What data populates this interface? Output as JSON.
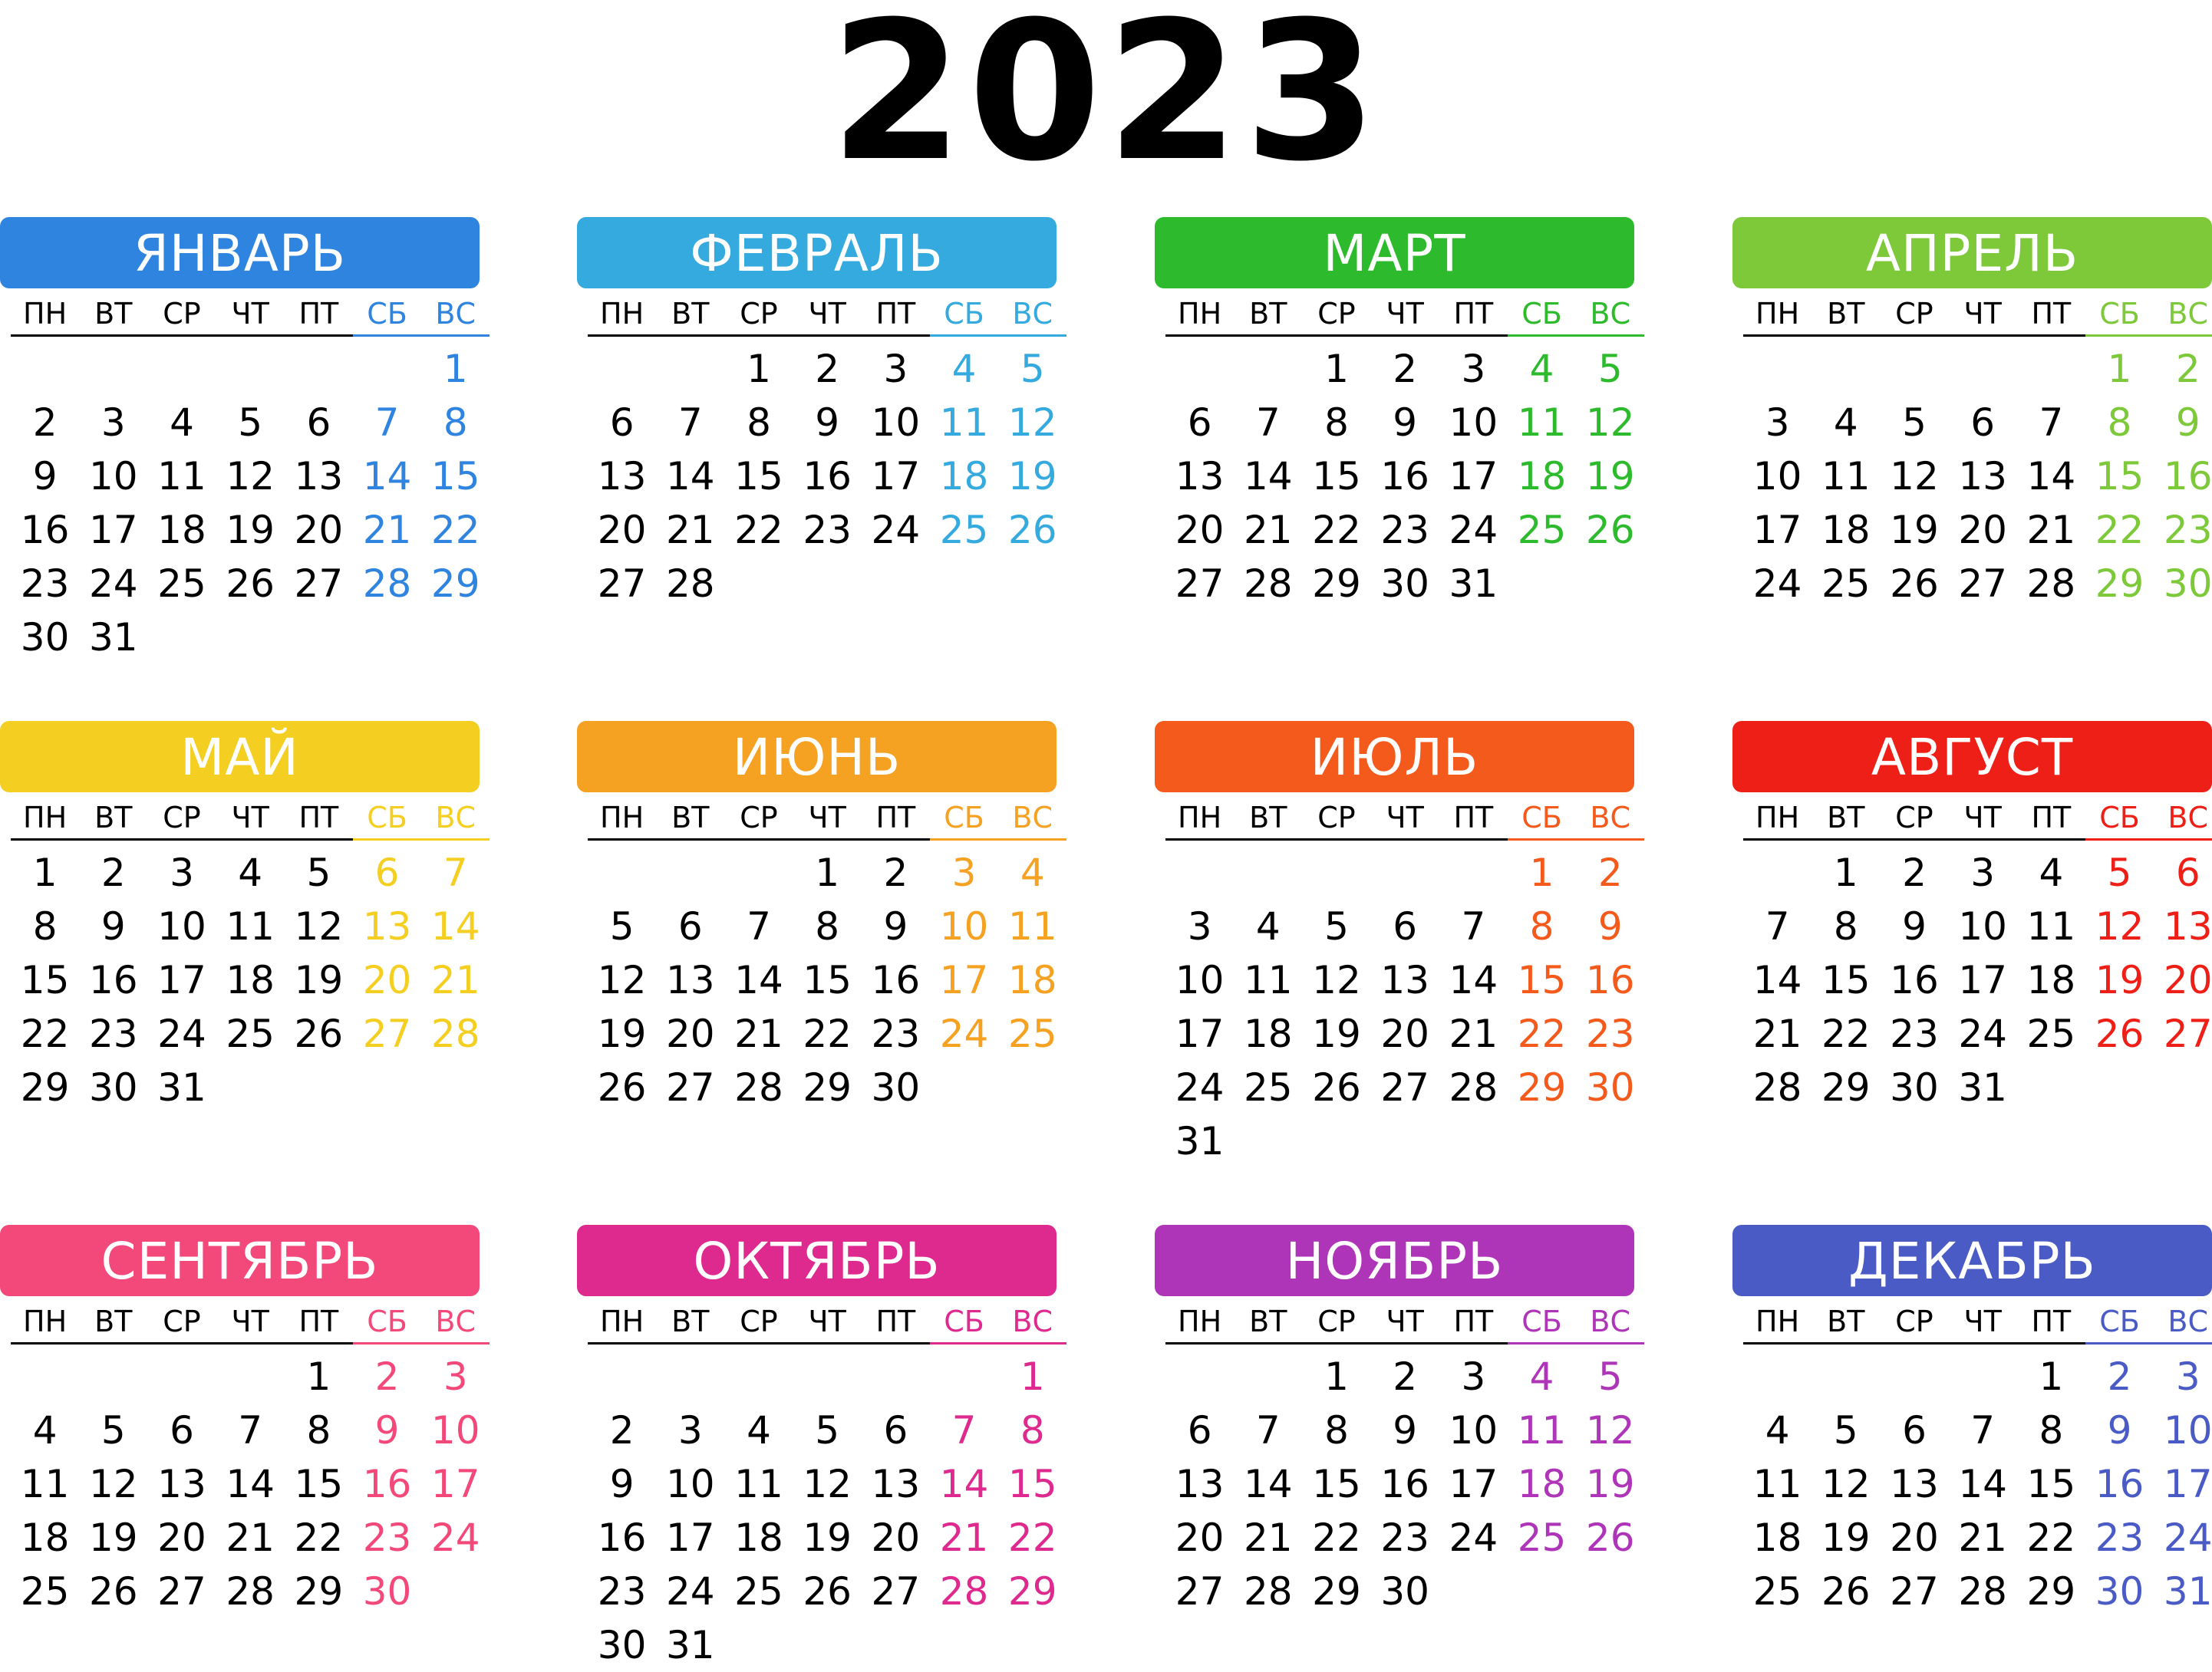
{
  "year": "2023",
  "weekday_labels": [
    "ПН",
    "ВТ",
    "СР",
    "ЧТ",
    "ПТ",
    "СБ",
    "ВС"
  ],
  "months": [
    {
      "name": "ЯНВАРЬ",
      "color": "#2F84E0",
      "start": 6,
      "days": 31
    },
    {
      "name": "ФЕВРАЛЬ",
      "color": "#35AADE",
      "start": 2,
      "days": 28
    },
    {
      "name": "МАРТ",
      "color": "#2DBB2D",
      "start": 2,
      "days": 31
    },
    {
      "name": "АПРЕЛЬ",
      "color": "#7DC93A",
      "start": 5,
      "days": 30
    },
    {
      "name": "МАЙ",
      "color": "#F4CF22",
      "start": 0,
      "days": 31
    },
    {
      "name": "ИЮНЬ",
      "color": "#F5A122",
      "start": 3,
      "days": 30
    },
    {
      "name": "ИЮЛЬ",
      "color": "#F45A1C",
      "start": 5,
      "days": 31
    },
    {
      "name": "АВГУСТ",
      "color": "#EE1F17",
      "start": 1,
      "days": 31
    },
    {
      "name": "СЕНТЯБРЬ",
      "color": "#F2497A",
      "start": 4,
      "days": 30
    },
    {
      "name": "ОКТЯБРЬ",
      "color": "#DE2A8F",
      "start": 6,
      "days": 31
    },
    {
      "name": "НОЯБРЬ",
      "color": "#AF35B8",
      "start": 2,
      "days": 30
    },
    {
      "name": "ДЕКАБРЬ",
      "color": "#4A5BC6",
      "start": 4,
      "days": 31
    }
  ]
}
